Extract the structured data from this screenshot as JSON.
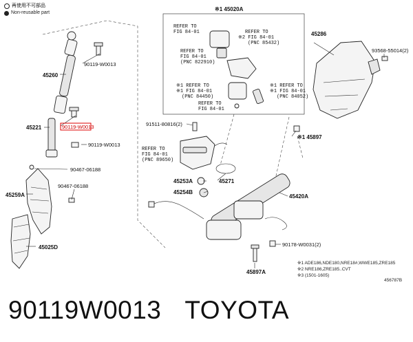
{
  "legend": [
    {
      "symbol": "open-circle",
      "text": "再使用不可部品"
    },
    {
      "symbol": "solid-circle",
      "text": "Non-reusable part"
    }
  ],
  "parts": {
    "p45020A": "※1 45020A",
    "p45286": "45286",
    "p93568": "93568-55014(2)",
    "p90119_top": "90119-W0013",
    "p45260": "45260",
    "p45221": "45221",
    "p90119_hl": "90119-W0013",
    "p90119_low": "90119-W0013",
    "p91511": "91511-80816(2)",
    "p45897_top": "※1 45897",
    "p90467_a": "90467-06188",
    "p90467_b": "90467-06188",
    "p45259A": "45259A",
    "p45253A": "45253A",
    "p45271": "45271",
    "p45254B": "45254B",
    "p45420A": "45420A",
    "p45025D": "45025D",
    "p90178": "90178-W0031(2)",
    "p45897A": "45897A"
  },
  "refs": {
    "r1": [
      "REFER TO",
      "FIG 84-01"
    ],
    "r2": [
      "REFER TO",
      "※2 FIG 84-01",
      "(PNC 85432)"
    ],
    "r3": [
      "REFER TO",
      "FIG 84-01",
      "(PNC 822910)"
    ],
    "r4": [
      "※1 REFER TO",
      "※1 FIG 84-01",
      "(PNC 84450)"
    ],
    "r5": [
      "※1 REFER TO",
      "※1 FIG 84-01",
      "(PNC 84052)"
    ],
    "r6": [
      "REFER TO",
      "FIG 84-01"
    ],
    "r7": [
      "REFER TO",
      "FIG 84-01",
      "(PNC 89650)"
    ]
  },
  "notes": [
    "※1 ADE186,NDE180,NRE18#,WWE185,ZRE185",
    "※2 NRE186,ZRE185..CVT",
    "※3 (1501-1605)"
  ],
  "figure_id": "456787B",
  "caption": {
    "part_number": "90119W0013",
    "brand": "TOYOTA"
  },
  "colors": {
    "highlight": "#d00000",
    "line": "#222222"
  }
}
